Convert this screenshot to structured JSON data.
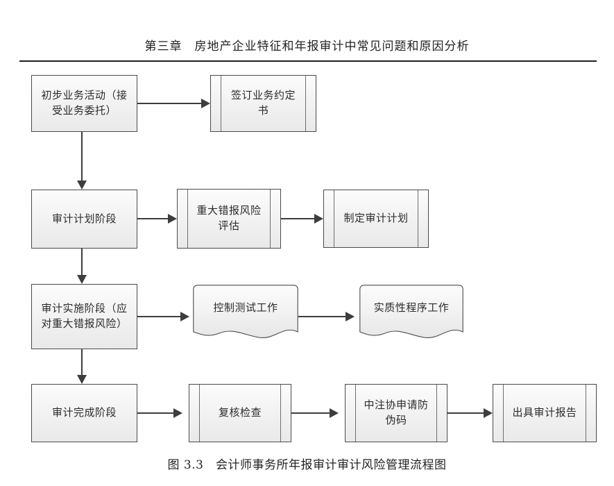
{
  "header": {
    "title": "第三章　房地产企业特征和年报审计中常见问题和原因分析"
  },
  "caption": {
    "text": "图 3.3　会计师事务所年报审计审计风险管理流程图"
  },
  "chart_data": {
    "type": "diagram",
    "title": "会计师事务所年报审计审计风险管理流程图",
    "orientation": "vertical-spine-with-horizontal-branches",
    "nodes": [
      {
        "id": "n1",
        "label": "初步业务活动（接\n受业务委托）",
        "shape": "process",
        "row": 1,
        "col": 1
      },
      {
        "id": "n2",
        "label": "签订业务约定\n书",
        "shape": "predefined",
        "row": 1,
        "col": 2
      },
      {
        "id": "n3",
        "label": "审计计划阶段",
        "shape": "process",
        "row": 2,
        "col": 1
      },
      {
        "id": "n4",
        "label": "重大错报风险\n评估",
        "shape": "predefined",
        "row": 2,
        "col": 2
      },
      {
        "id": "n5",
        "label": "制定审计计划",
        "shape": "predefined",
        "row": 2,
        "col": 3
      },
      {
        "id": "n6",
        "label": "审计实施阶段（应\n对重大错报风险）",
        "shape": "process",
        "row": 3,
        "col": 1
      },
      {
        "id": "n7",
        "label": "控制测试工作",
        "shape": "document",
        "row": 3,
        "col": 2
      },
      {
        "id": "n8",
        "label": "实质性程序工作",
        "shape": "document",
        "row": 3,
        "col": 3
      },
      {
        "id": "n9",
        "label": "审计完成阶段",
        "shape": "process",
        "row": 4,
        "col": 1
      },
      {
        "id": "n10",
        "label": "复核检查",
        "shape": "predefined",
        "row": 4,
        "col": 2
      },
      {
        "id": "n11",
        "label": "中注协申请防\n伪码",
        "shape": "predefined",
        "row": 4,
        "col": 3
      },
      {
        "id": "n12",
        "label": "出具审计报告",
        "shape": "predefined",
        "row": 4,
        "col": 4
      }
    ],
    "edges": [
      {
        "from": "n1",
        "to": "n2",
        "direction": "right"
      },
      {
        "from": "n1",
        "to": "n3",
        "direction": "down"
      },
      {
        "from": "n3",
        "to": "n4",
        "direction": "right"
      },
      {
        "from": "n4",
        "to": "n5",
        "direction": "right"
      },
      {
        "from": "n3",
        "to": "n6",
        "direction": "down"
      },
      {
        "from": "n6",
        "to": "n7",
        "direction": "right"
      },
      {
        "from": "n7",
        "to": "n8",
        "direction": "right"
      },
      {
        "from": "n6",
        "to": "n9",
        "direction": "down"
      },
      {
        "from": "n9",
        "to": "n10",
        "direction": "right"
      },
      {
        "from": "n10",
        "to": "n11",
        "direction": "right"
      },
      {
        "from": "n11",
        "to": "n12",
        "direction": "right"
      }
    ],
    "colors": {
      "node_fill_top": "#fcfcfc",
      "node_fill_bottom": "#e9e9e9",
      "node_border": "#4a4a4a",
      "connector": "#3d3d3d",
      "text": "#2b2b2b",
      "rule": "#231f20"
    }
  }
}
